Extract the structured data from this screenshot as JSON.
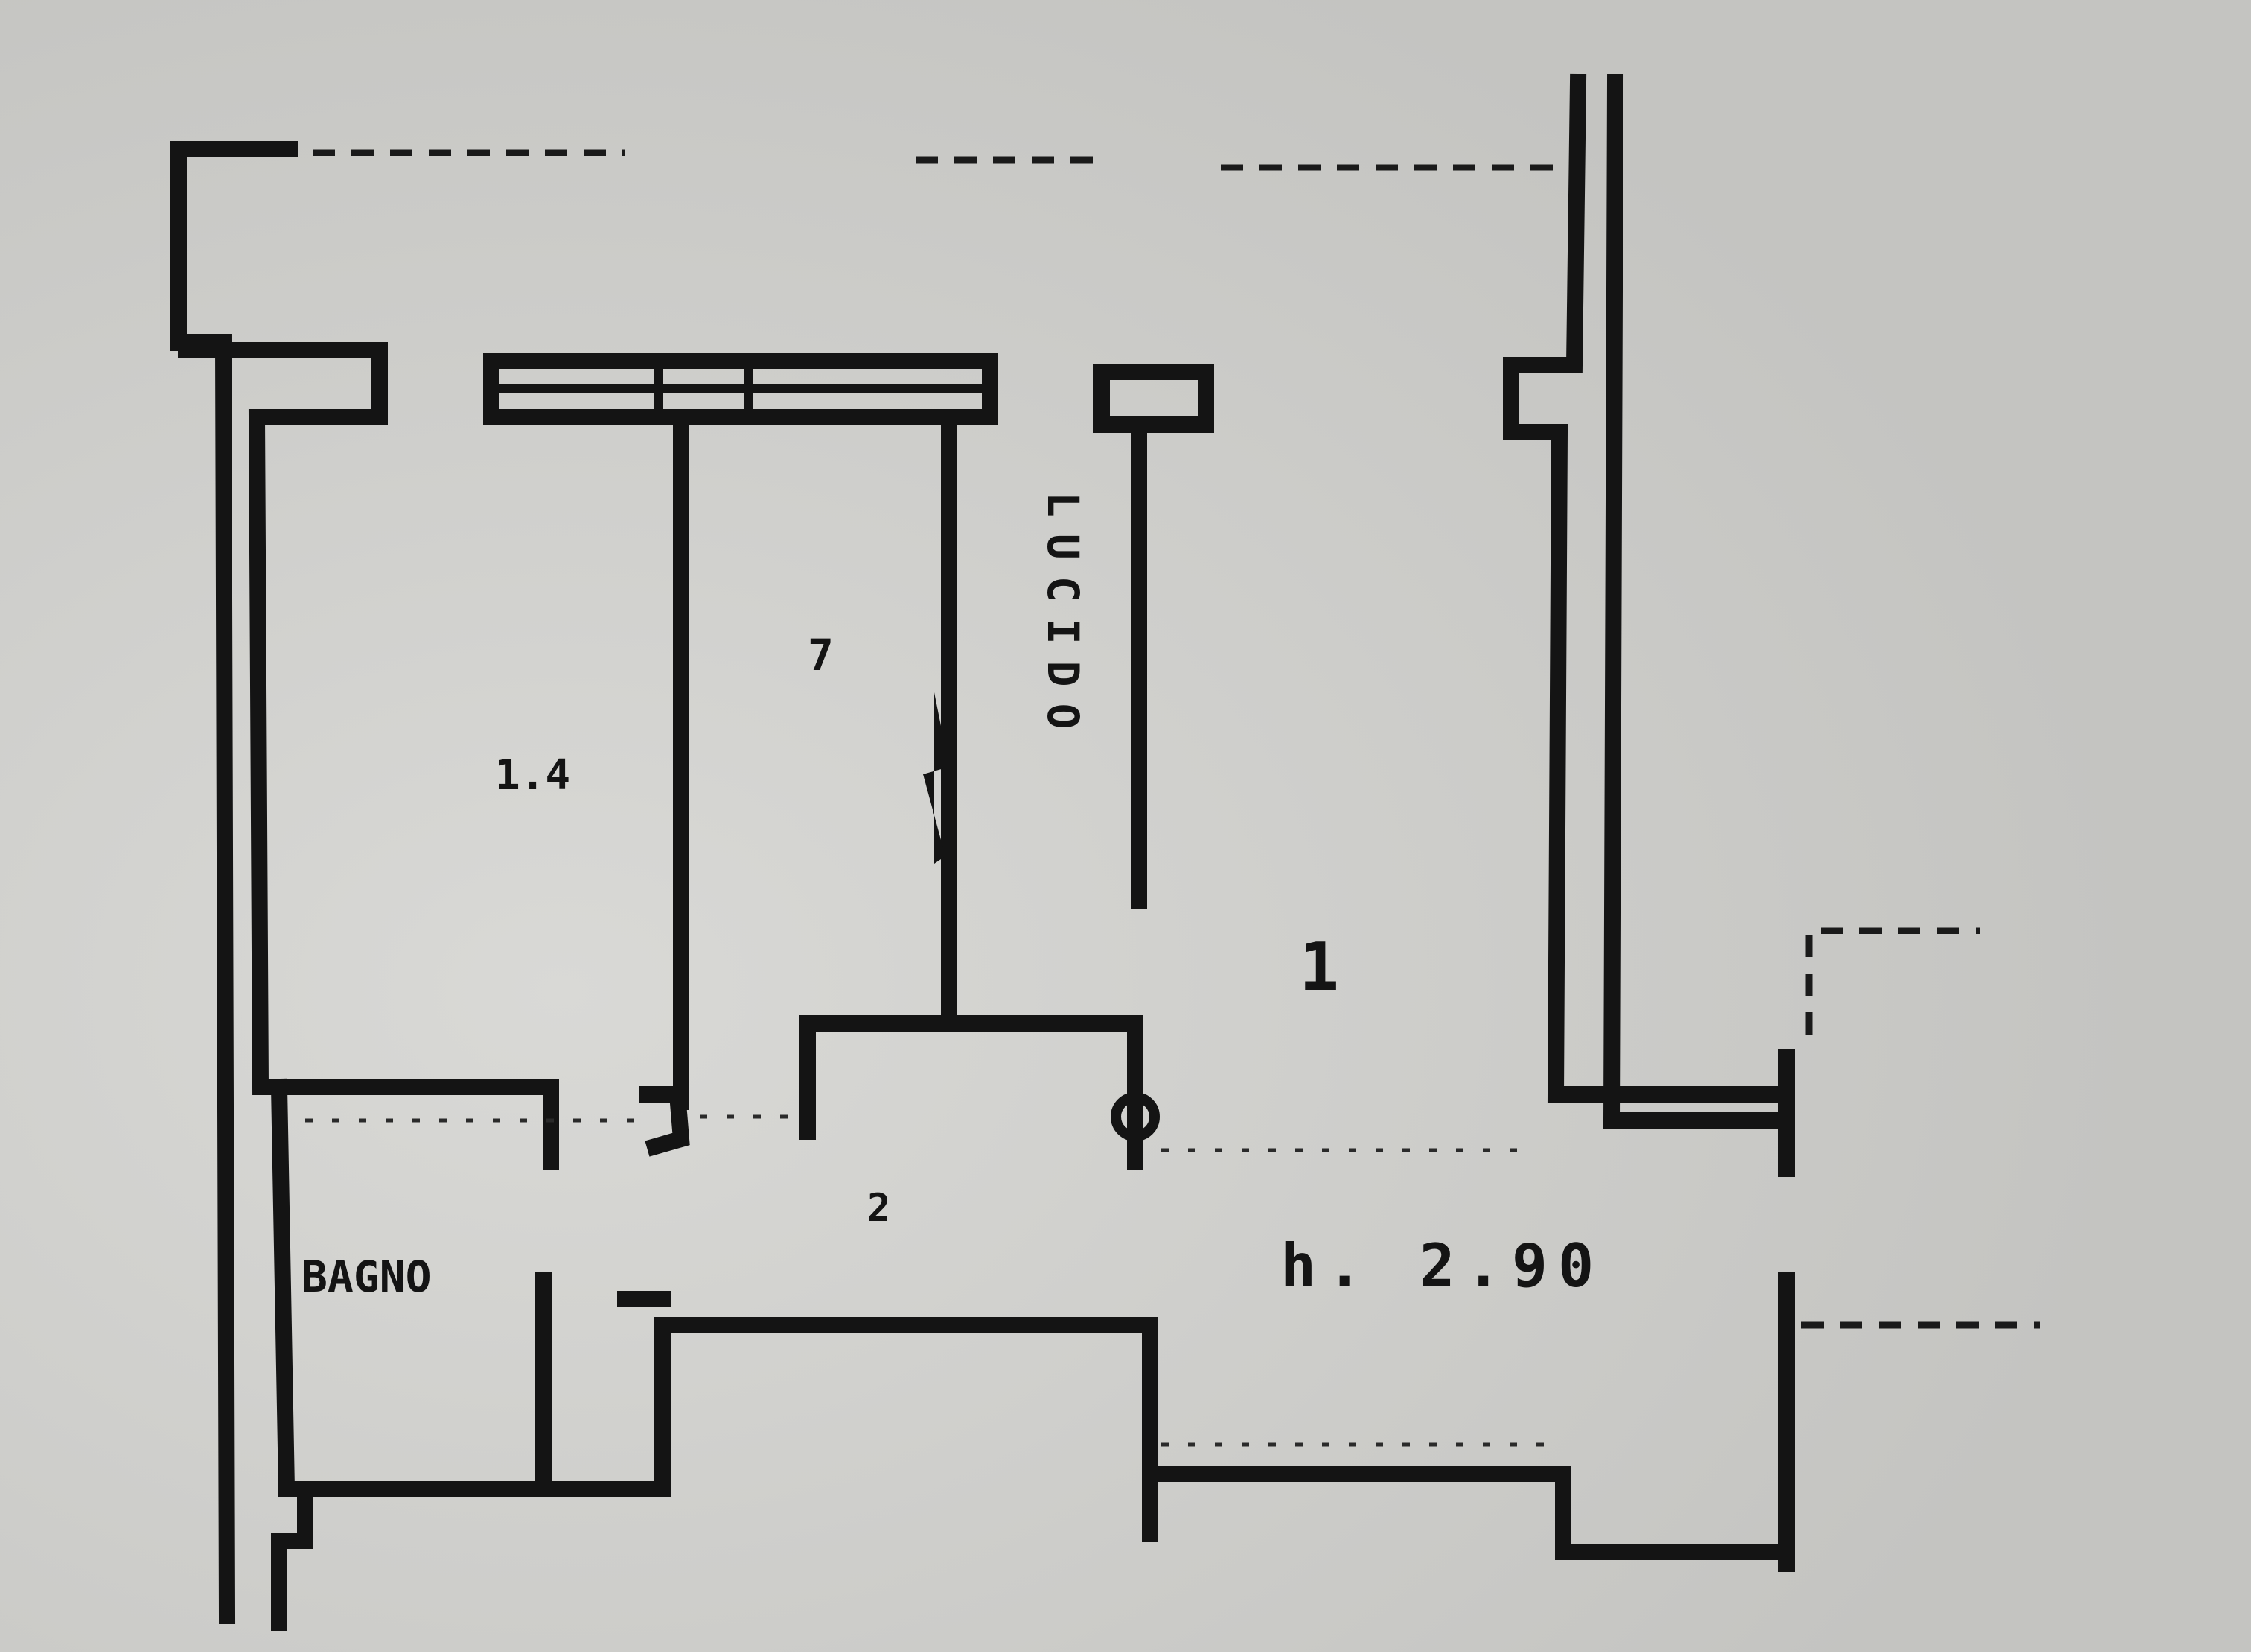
{
  "plan": {
    "room_labels": {
      "bathroom": "BAGNO",
      "bedroom": "1.4",
      "corridor": "7",
      "living": "1",
      "passage": "2"
    },
    "vertical_label": "LUCIDO",
    "height_note": "h. 2.90"
  },
  "colors": {
    "paper": "#cfcfcd",
    "ink": "#141414"
  }
}
